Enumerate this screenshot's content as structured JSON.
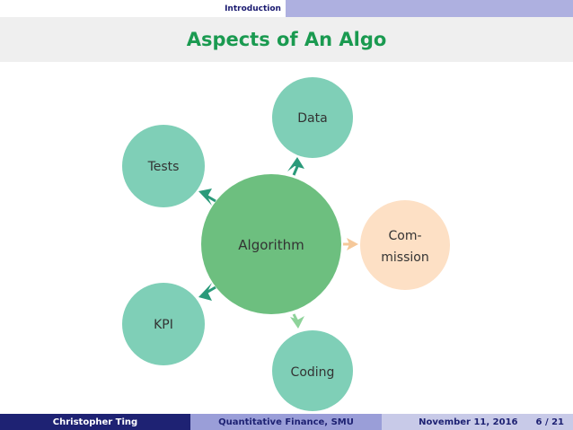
{
  "nav": {
    "active_section": "Introduction"
  },
  "frame": {
    "title": "Aspects of An Algo"
  },
  "diagram": {
    "center": {
      "label": "Algorithm",
      "color": "#6dbf7f"
    },
    "nodes": [
      {
        "id": "data",
        "lines": [
          "Data"
        ],
        "color": "#7fcfb7"
      },
      {
        "id": "tests",
        "lines": [
          "Tests"
        ],
        "color": "#7fcfb7"
      },
      {
        "id": "commission",
        "lines": [
          "Com-",
          "mission"
        ],
        "color": "#fde0c5"
      },
      {
        "id": "kpi",
        "lines": [
          "KPI"
        ],
        "color": "#7fcfb7"
      },
      {
        "id": "coding",
        "lines": [
          "Coding"
        ],
        "color": "#7fcfb7"
      }
    ],
    "arrow_colors": {
      "data": "#2a9a7a",
      "tests": "#2a9a7a",
      "commission": "#f5c89a",
      "kpi": "#2a9a7a",
      "coding": "#8ed39a"
    }
  },
  "footer": {
    "author": "Christopher Ting",
    "course": "Quantitative Finance, SMU",
    "date": "November 11, 2016",
    "page": "6 / 21"
  }
}
